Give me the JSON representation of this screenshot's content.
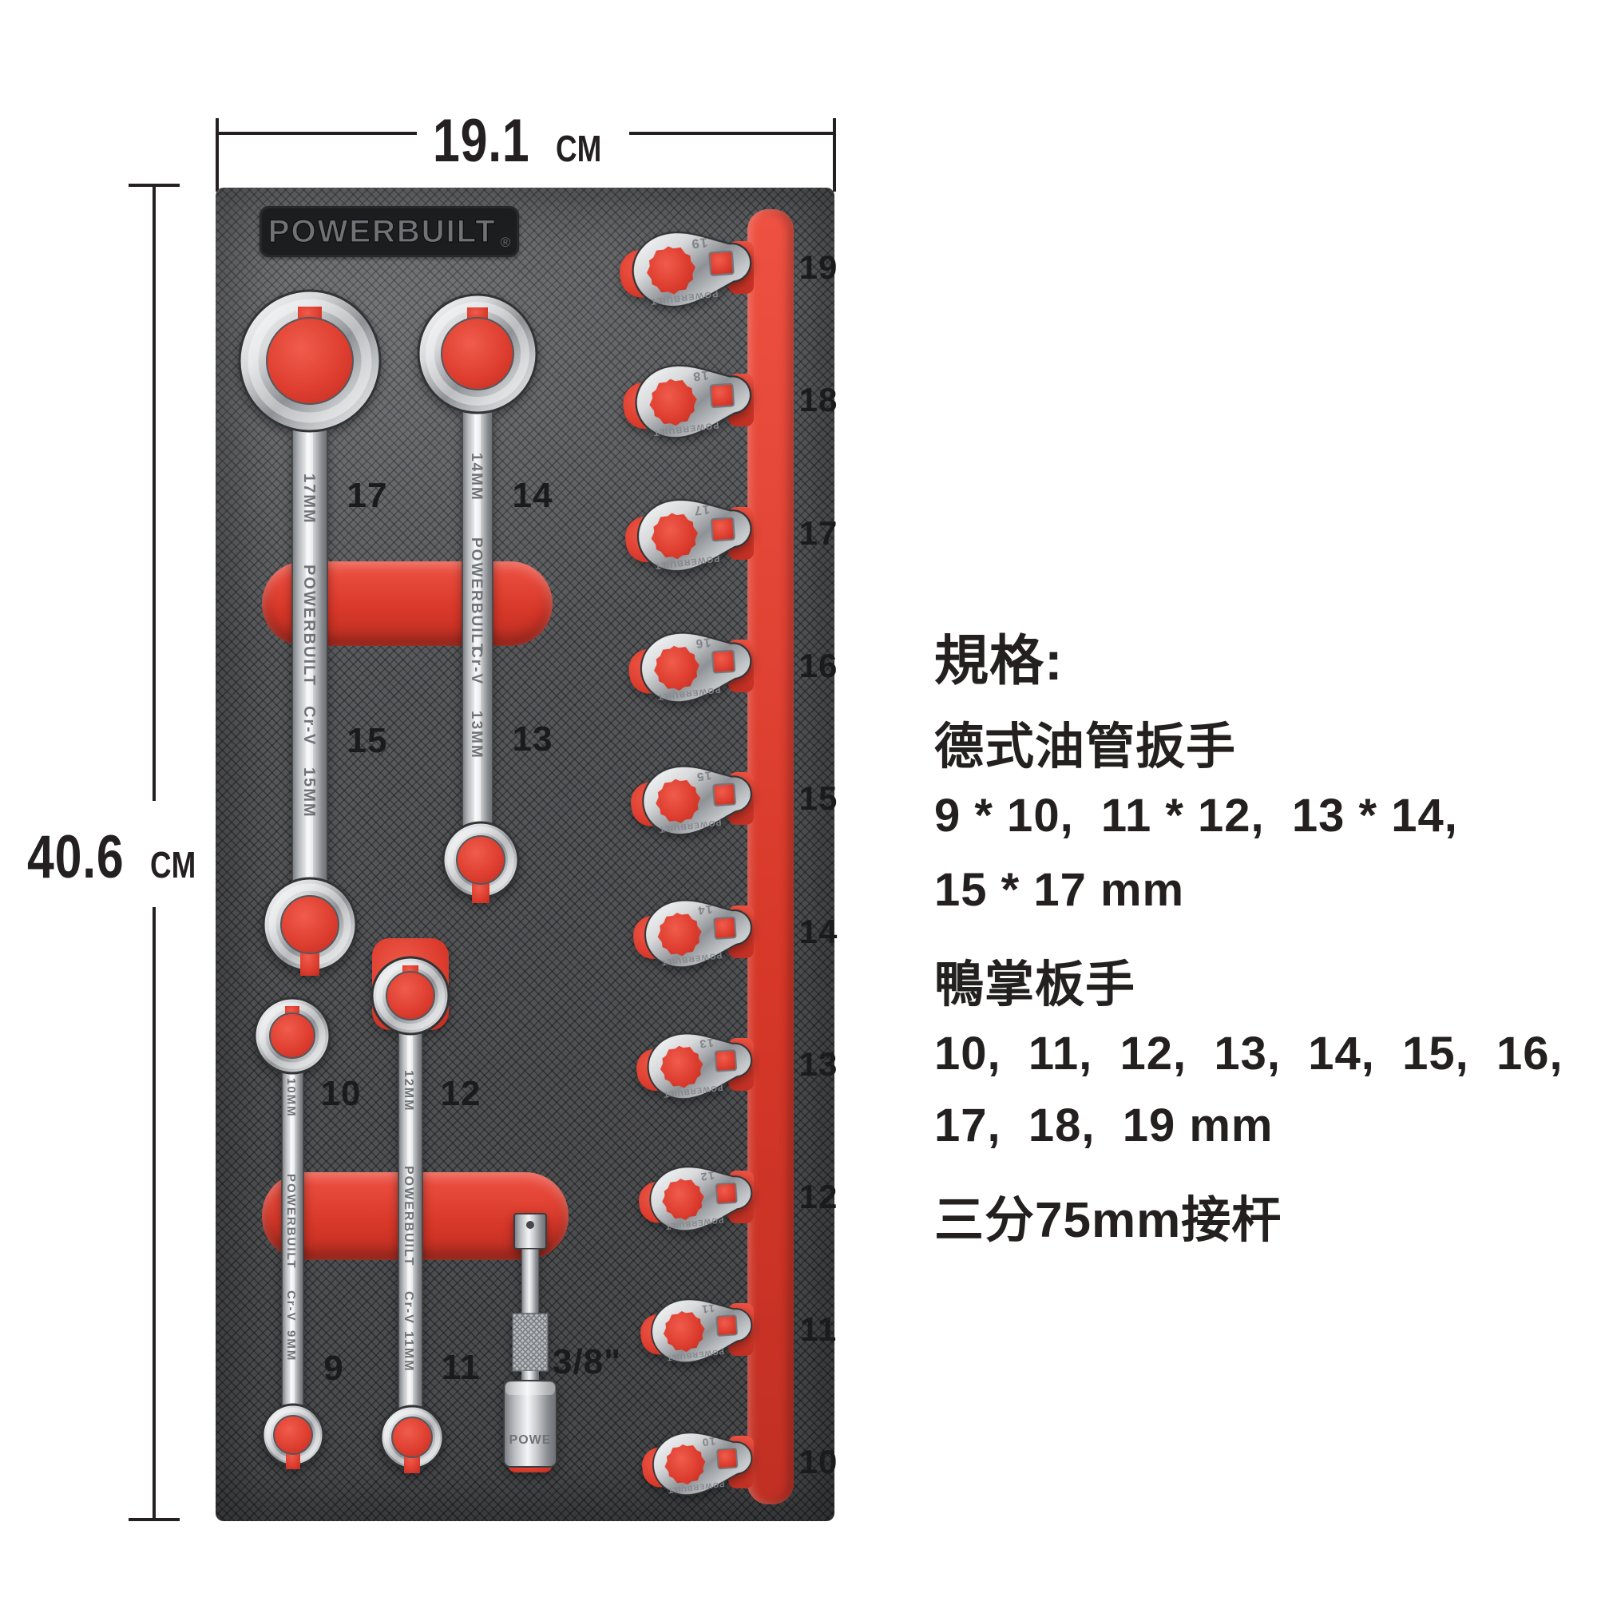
{
  "colors": {
    "foam_red": "#dd4437",
    "foam_gray": "#5b5c5f",
    "ink": "#242021"
  },
  "dimension_annotations": {
    "width": {
      "value": "19.1",
      "unit": "CM"
    },
    "height": {
      "value": "40.6",
      "unit": "CM"
    }
  },
  "tray": {
    "logo": {
      "text": "POWERBUILT",
      "registered_mark": "®"
    },
    "flare_wrenches": [
      {
        "top_label": "17",
        "bottom_label": "15",
        "top_stamp": "17MM",
        "brand_stamp": "POWERBUILT",
        "alloy_stamp": "Cr-V",
        "bottom_stamp": "15MM"
      },
      {
        "top_label": "14",
        "bottom_label": "13",
        "top_stamp": "14MM",
        "brand_stamp": "POWERBUILT",
        "alloy_stamp": "Cr-V",
        "bottom_stamp": "13MM"
      },
      {
        "top_label": "10",
        "bottom_label": "9",
        "top_stamp": "10MM",
        "brand_stamp": "POWERBUILT",
        "alloy_stamp": "Cr-V",
        "bottom_stamp": "9MM"
      },
      {
        "top_label": "12",
        "bottom_label": "11",
        "top_stamp": "12MM",
        "brand_stamp": "POWERBUILT",
        "alloy_stamp": "Cr-V",
        "bottom_stamp": "11MM"
      }
    ],
    "extension_bar": {
      "label": "3/8\"",
      "stamp": "POWE"
    },
    "crowfoot_brand_stamp": "POWERBUILT",
    "crowfoot_wrenches": [
      {
        "size": "19"
      },
      {
        "size": "18"
      },
      {
        "size": "17"
      },
      {
        "size": "16"
      },
      {
        "size": "15"
      },
      {
        "size": "14"
      },
      {
        "size": "13"
      },
      {
        "size": "12"
      },
      {
        "size": "11"
      },
      {
        "size": "10"
      }
    ]
  },
  "specs": {
    "title": "規格:",
    "lines": [
      {
        "text": "德式油管扳手"
      },
      {
        "text": "9 * 10,  11 * 12,  13 * 14,"
      },
      {
        "text": "15 * 17 mm"
      },
      {
        "text": "鴨掌板手"
      },
      {
        "text": "10,  11,  12,  13,  14,  15,  16,"
      },
      {
        "text": "17,  18,  19 mm"
      },
      {
        "text": "三分75mm接杆"
      }
    ]
  }
}
